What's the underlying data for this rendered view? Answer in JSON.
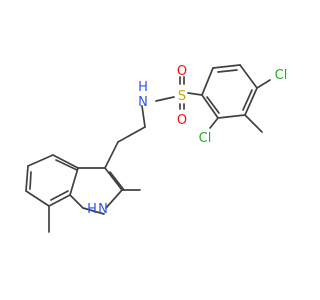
{
  "molecule": {
    "atoms": {
      "nh_amide": "N",
      "h_amide": "H",
      "sulfur": "S",
      "oxygen_top": "O",
      "oxygen_bottom": "O",
      "chlorine_top": "Cl",
      "chlorine_bottom": "Cl",
      "nh_ring": "H",
      "n_ring": "N"
    },
    "colors": {
      "bond": "#404040",
      "nitrogen": "#3050f8",
      "sulfur": "#c8a800",
      "oxygen": "#ff0d0d",
      "chlorine": "#1fb11f"
    }
  }
}
